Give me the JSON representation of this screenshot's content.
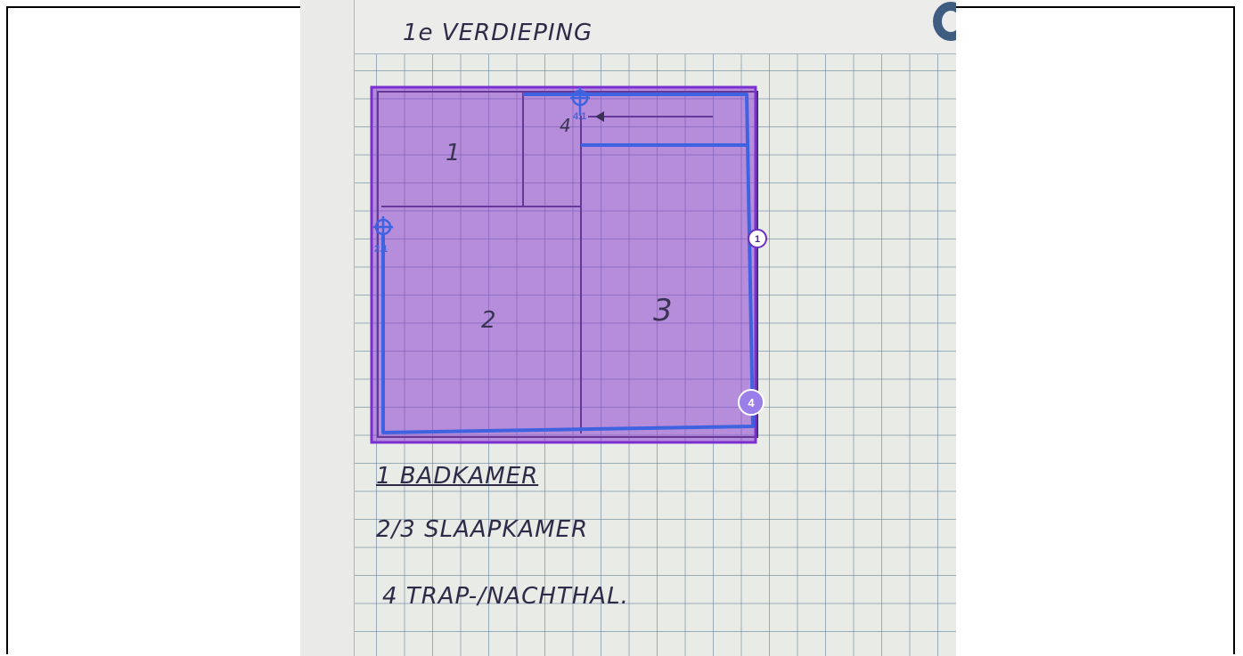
{
  "sketch": {
    "title": "1e VERDIEPING",
    "room_labels": [
      "1",
      "2",
      "3",
      "4"
    ],
    "legend": [
      "1 BADKAMER",
      "2/3 SLAAPKAMER",
      "4 TRAP-/NACHTHAL."
    ]
  },
  "annotations": {
    "polygon_color": "#8a3fcf",
    "line_color": "#3f63e0",
    "markers": [
      {
        "id": "1",
        "label": "1",
        "style": "white"
      },
      {
        "id": "4",
        "label": "4",
        "style": "lavender"
      }
    ],
    "anchor_labels": [
      "4.1",
      "2.1"
    ]
  }
}
